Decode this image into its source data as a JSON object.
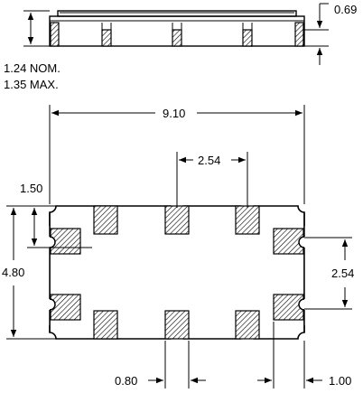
{
  "side_view": {
    "height_nom": "1.24 NOM.",
    "height_max": "1.35 MAX.",
    "pad_height": "0.69"
  },
  "top_view": {
    "length": "9.10",
    "pitch_top": "2.54",
    "corner_offset": "1.50",
    "width": "4.80",
    "pitch_side": "2.54",
    "pad_width": "0.80",
    "end_offset": "1.00"
  }
}
